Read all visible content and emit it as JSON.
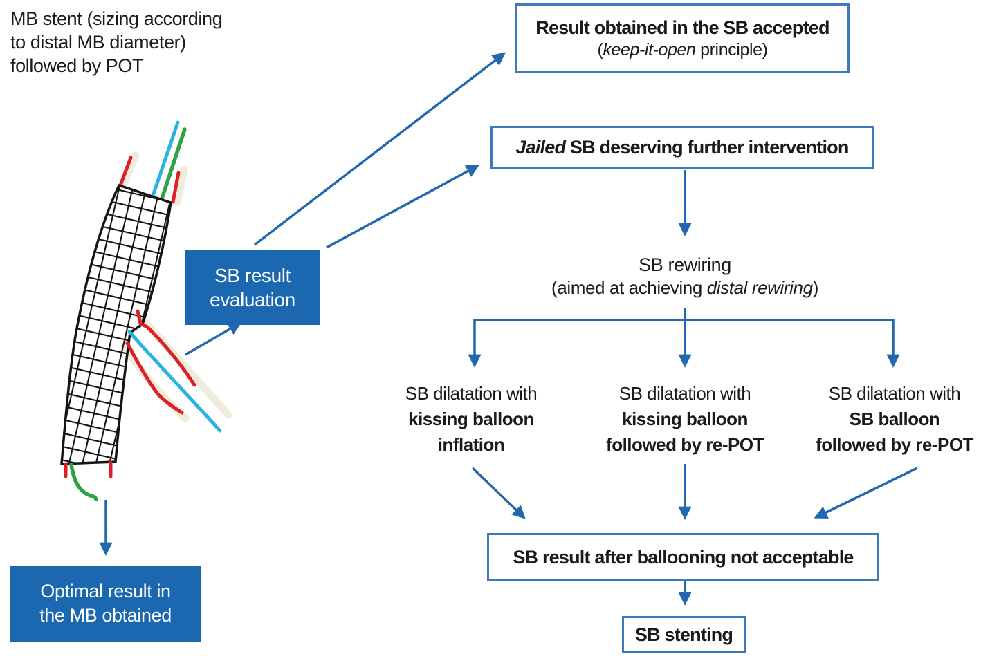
{
  "colors": {
    "accent": "#2268ae",
    "border": "#3c7ab8",
    "fill": "#1b67b0",
    "text": "#1a1a1a",
    "red": "#dd2026",
    "cyan": "#29b4e0",
    "green": "#2fa343",
    "mesh": "#141414",
    "cream": "#f1ebdd"
  },
  "intro": {
    "text": "MB stent (sizing according\nto distal MB diameter)\nfollowed by POT"
  },
  "boxes": {
    "result_accepted": {
      "line1": "Result obtained in the SB accepted",
      "line2_pre": "(",
      "line2_italic": "keep-it-open",
      "line2_post": " principle)"
    },
    "jailed": {
      "italic": "Jailed ",
      "rest": "SB deserving further intervention"
    },
    "evaluation": {
      "text": "SB result\nevaluation"
    },
    "optimal": {
      "text": "Optimal result in\nthe MB obtained"
    },
    "ballooning": {
      "text": "SB result after ballooning not acceptable"
    },
    "stenting": {
      "text": "SB stenting"
    }
  },
  "labels": {
    "rewiring": {
      "line1": "SB rewiring",
      "line2_pre": "(aimed at achieving ",
      "line2_italic": "distal rewiring",
      "line2_post": ")"
    },
    "branches": [
      {
        "line1": "SB dilatation with",
        "line2": "kissing balloon",
        "line3": "inflation"
      },
      {
        "line1": "SB dilatation with",
        "line2": "kissing balloon",
        "line3": "followed by re-POT"
      },
      {
        "line1": "SB dilatation with",
        "line2": "SB balloon",
        "line3": "followed by re-POT"
      }
    ]
  }
}
